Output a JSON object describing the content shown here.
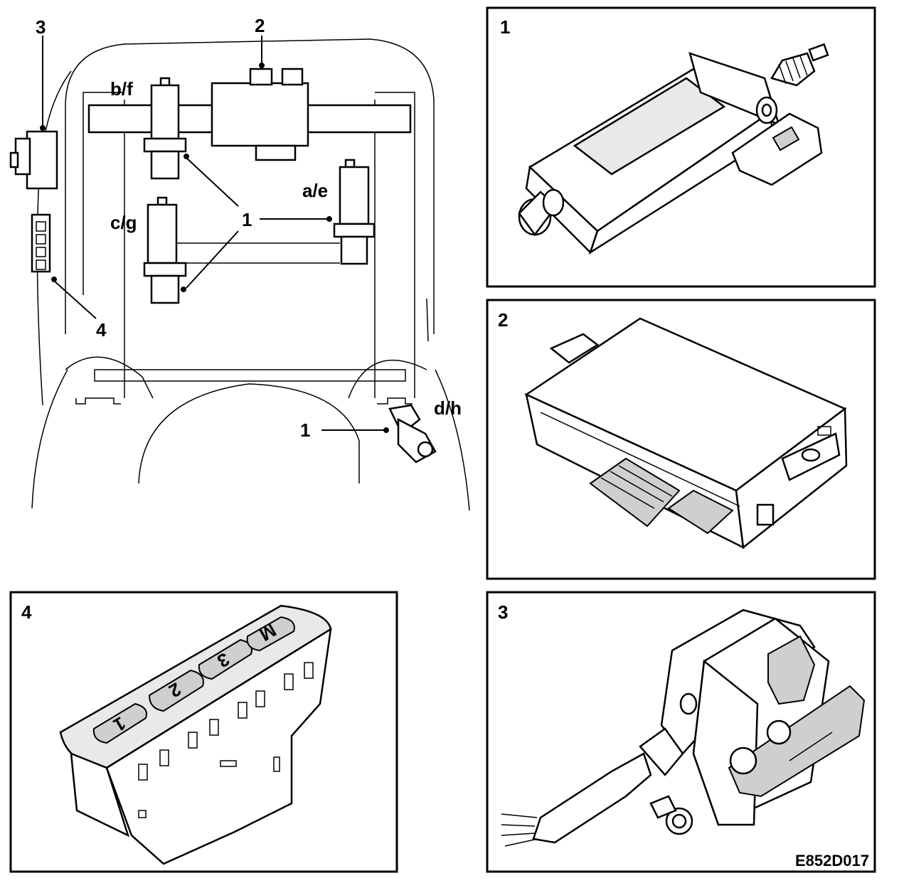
{
  "overview": {
    "callouts": {
      "switch": "3",
      "control_unit": "2",
      "memory_buttons": "4",
      "motor": "1",
      "motor_lower": "1"
    },
    "motor_positions": {
      "bf": "b/f",
      "cg": "c/g",
      "ae": "a/e",
      "dh": "d/h"
    }
  },
  "panels": {
    "motor": {
      "number": "1",
      "icon": "seat-motor-icon"
    },
    "control_unit": {
      "number": "2",
      "icon": "control-module-icon"
    },
    "seat_switch": {
      "number": "3",
      "icon": "seat-adjust-switch-icon"
    },
    "memory_buttons": {
      "number": "4",
      "icon": "memory-button-panel-icon",
      "buttons": [
        "1",
        "2",
        "3",
        "M"
      ]
    }
  },
  "figure_code": "E852D017"
}
